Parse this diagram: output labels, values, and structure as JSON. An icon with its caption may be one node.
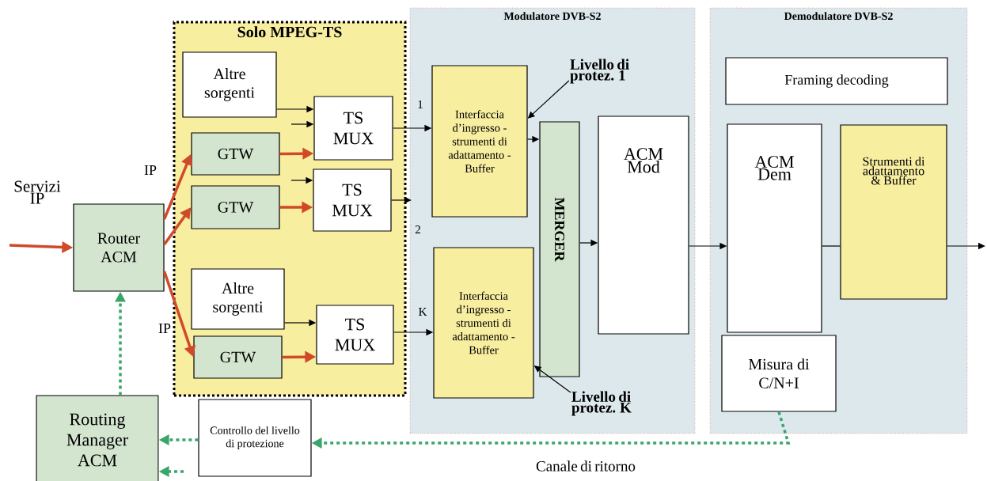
{
  "diagram": {
    "nodes": [
      {
        "text": [
          "Solo MPEG-TS"
        ]
      },
      {
        "text": [
          "Modulatore DVB-S2"
        ]
      },
      {
        "text": [
          "Demodulatore DVB-S2"
        ]
      },
      {
        "text": [
          "Router ACM"
        ]
      },
      {
        "text": [
          "Routing Manager ACM"
        ]
      },
      {
        "text": [
          "Controllo del livello di protezione"
        ]
      },
      {
        "text": [
          "Altre sorgenti"
        ],
        "in": 0
      },
      {
        "text": [
          "GTW"
        ],
        "in": 0
      },
      {
        "text": [
          "GTW"
        ],
        "in": 0
      },
      {
        "text": [
          "TS MUX"
        ],
        "in": 0
      },
      {
        "text": [
          "TS MUX"
        ],
        "in": 0
      },
      {
        "text": [
          "Altre sorgenti"
        ],
        "in": 0
      },
      {
        "text": [
          "GTW"
        ],
        "in": 0
      },
      {
        "text": [
          "TS MUX"
        ],
        "in": 0
      },
      {
        "text": [
          "Interfaccia d’ingresso - strumenti di adattamento - Buffer"
        ],
        "in": 1
      },
      {
        "text": [
          "Interfaccia d’ingresso - strumenti di adattamento - Buffer"
        ],
        "in": 1
      },
      {
        "text": [
          "MERGER"
        ],
        "in": 1
      },
      {
        "text": [
          "ACM Mod"
        ],
        "in": 1
      },
      {
        "text": [
          "Framing decoding"
        ],
        "in": 2
      },
      {
        "text": [
          "ACM Dem"
        ],
        "in": 2
      },
      {
        "text": [
          "Strumenti di adattamento & Buffer"
        ],
        "in": 2
      },
      {
        "text": [
          "Misura di C/N+I"
        ],
        "in": 2
      },
      {
        "text": [
          "Livello di protez. 1"
        ],
        "in": 1
      },
      {
        "text": [
          "Livello di protez. K"
        ],
        "in": 1
      }
    ],
    "edges": [
      {
        "from": null,
        "to": 3,
        "arrow": "to",
        "label": "Servizi IP",
        "style": "thick",
        "color": "#d04a2a"
      },
      {
        "from": 3,
        "to": 7,
        "arrow": "to",
        "label": "IP",
        "style": "thick",
        "color": "#d04a2a"
      },
      {
        "from": 3,
        "to": 8,
        "arrow": "to",
        "style": "thick",
        "color": "#d04a2a"
      },
      {
        "from": 3,
        "to": 12,
        "arrow": "to",
        "label": "IP",
        "style": "thick",
        "color": "#d04a2a"
      },
      {
        "from": 7,
        "to": 9,
        "arrow": "to",
        "style": "thick",
        "color": "#d04a2a"
      },
      {
        "from": 8,
        "to": 10,
        "arrow": "to",
        "style": "thick",
        "color": "#d04a2a"
      },
      {
        "from": 12,
        "to": 13,
        "arrow": "to",
        "style": "thick",
        "color": "#d04a2a"
      },
      {
        "from": 6,
        "to": 9,
        "arrow": "to"
      },
      {
        "from": null,
        "to": 9,
        "arrow": "to"
      },
      {
        "from": null,
        "to": 10,
        "arrow": "to"
      },
      {
        "from": 11,
        "to": 13,
        "arrow": "to"
      },
      {
        "from": 9,
        "to": 14,
        "arrow": "to",
        "label": "1"
      },
      {
        "from": 10,
        "to": null,
        "arrow": "to",
        "label": "2"
      },
      {
        "from": 13,
        "to": 15,
        "arrow": "to",
        "label": "K"
      },
      {
        "from": 14,
        "to": 16,
        "arrow": "to"
      },
      {
        "from": 16,
        "to": 17,
        "arrow": "to"
      },
      {
        "from": 17,
        "to": 19,
        "arrow": "to"
      },
      {
        "from": 19,
        "to": 20,
        "arrow": "none"
      },
      {
        "from": 20,
        "to": null,
        "arrow": "to"
      },
      {
        "from": 21,
        "to": 5,
        "arrow": "to",
        "label": "Canale di ritorno",
        "style": "dashed",
        "color": "#3aa56b"
      },
      {
        "from": 5,
        "to": 4,
        "arrow": "to",
        "style": "dashed",
        "color": "#3aa56b"
      },
      {
        "from": null,
        "to": 4,
        "arrow": "to",
        "style": "dashed",
        "color": "#3aa56b"
      },
      {
        "from": 4,
        "to": 3,
        "arrow": "to",
        "style": "dashed",
        "color": "#3aa56b"
      },
      {
        "from": 22,
        "to": 14,
        "arrow": "to"
      },
      {
        "from": 23,
        "to": 15,
        "arrow": "to"
      }
    ]
  }
}
